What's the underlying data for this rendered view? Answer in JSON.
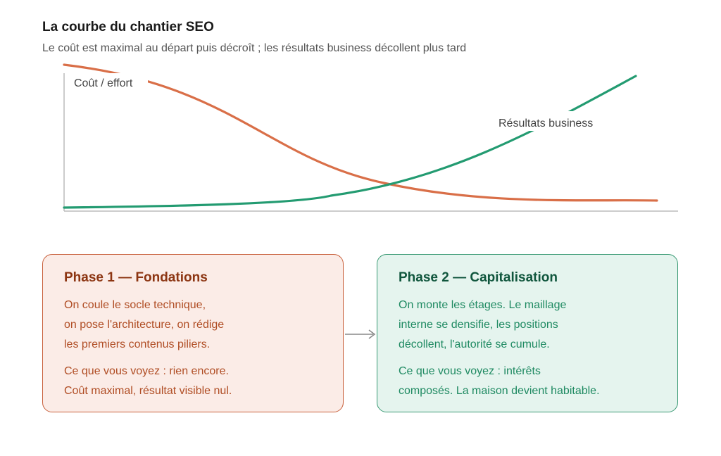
{
  "title": "La courbe du chantier SEO",
  "subtitle": "Le coût est maximal au départ puis décroît ; les résultats business décollent plus tard",
  "colors": {
    "cost_curve": "#d96f48",
    "results_curve": "#239b71",
    "axis": "#bbbbbb",
    "arrow": "#888888",
    "phase1_bg": "#fbece7",
    "phase1_border": "#c8603c",
    "phase1_title": "#8c3512",
    "phase1_text": "#b04d24",
    "phase2_bg": "#e5f4ee",
    "phase2_border": "#3a9a74",
    "phase2_title": "#10563d",
    "phase2_text": "#1f8a62"
  },
  "chart": {
    "cost_label": "Coût / effort",
    "results_label": "Résultats business"
  },
  "phases": [
    {
      "title": "Phase 1 — Fondations",
      "body_lines": [
        "On coule le socle technique,",
        "on pose l'architecture, on rédige",
        "les premiers contenus piliers."
      ],
      "note_lines": [
        "Ce que vous voyez : rien encore.",
        "Coût maximal, résultat visible nul."
      ]
    },
    {
      "title": "Phase 2 — Capitalisation",
      "body_lines": [
        "On monte les étages. Le maillage",
        "interne se densifie, les positions",
        "décollent, l'autorité se cumule."
      ],
      "note_lines": [
        "Ce que vous voyez : intérêts",
        "composés. La maison devient habitable."
      ]
    }
  ]
}
